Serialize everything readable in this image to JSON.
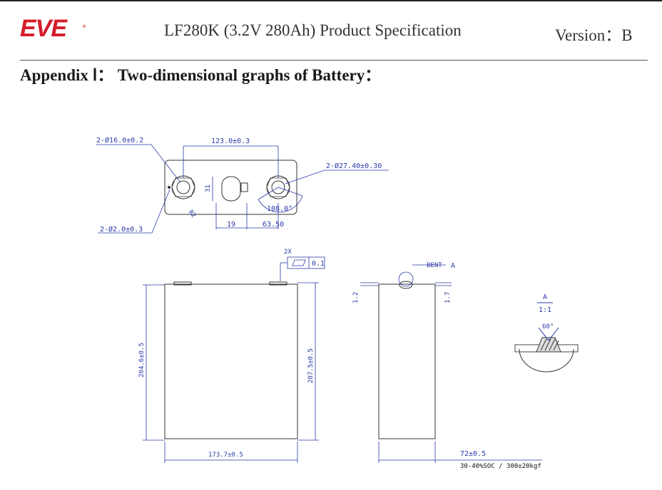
{
  "header": {
    "logo_text": "EVE",
    "logo_reg": "®",
    "title": "LF280K (3.2V 280Ah) Product Specification",
    "version": "Version：B"
  },
  "appendix_title": "Appendix Ⅰ： Two-dimensional graphs of Battery：",
  "colors": {
    "logo_red": "#d41e2a",
    "dimension_blue": "#2a3aa8",
    "outline_dark": "#333333"
  },
  "top_view": {
    "terminal_hole": "2-Ø16.0±0.2",
    "terminal_pitch": "123.0±0.3",
    "terminal_outer": "2-Ø27.40±0.30",
    "small_hole": "2-Ø2.0±0.3",
    "angle": "108.0°",
    "radius": "R2",
    "vent_height": "31",
    "vent_width": "19",
    "vent_offset": "63.50"
  },
  "front_view": {
    "flatness_count": "2X",
    "flatness_value": "0.1",
    "height_left": "204.6±0.5",
    "height_right": "207.5±0.5",
    "width": "173.7±0.5"
  },
  "side_view": {
    "vent_label": "A",
    "vent_text": "BENT",
    "offset_left": "1.2",
    "offset_right": "1.7",
    "thickness": "72±0.5",
    "soc_note": "30-40%SOC / 300±20kgf"
  },
  "detail_view": {
    "label": "A",
    "scale": "1:1",
    "angle": "60°"
  }
}
